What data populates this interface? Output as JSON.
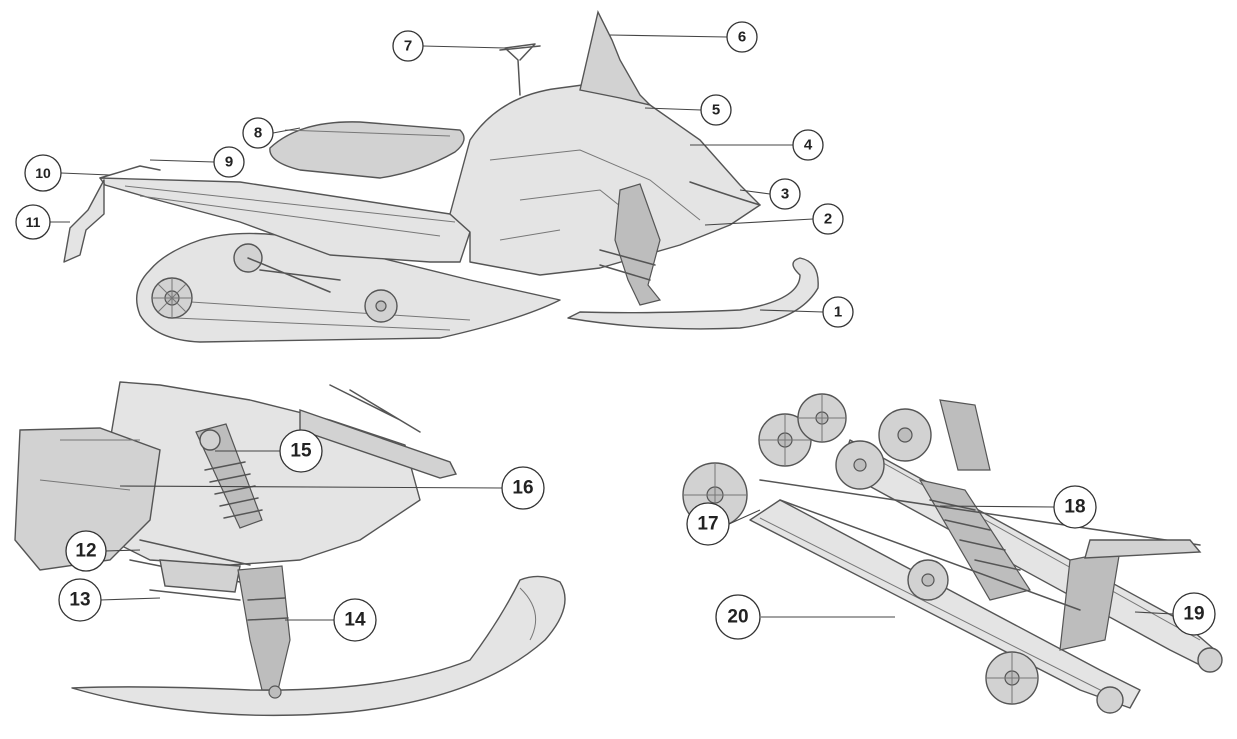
{
  "diagram": {
    "panels": [
      "snowmobile-side-view",
      "front-suspension-detail",
      "rear-suspension-detail"
    ],
    "callouts": [
      {
        "label": "1"
      },
      {
        "label": "2"
      },
      {
        "label": "3"
      },
      {
        "label": "4"
      },
      {
        "label": "5"
      },
      {
        "label": "6"
      },
      {
        "label": "7"
      },
      {
        "label": "8"
      },
      {
        "label": "9"
      },
      {
        "label": "10"
      },
      {
        "label": "11"
      },
      {
        "label": "12"
      },
      {
        "label": "13"
      },
      {
        "label": "14"
      },
      {
        "label": "15"
      },
      {
        "label": "16"
      },
      {
        "label": "17"
      },
      {
        "label": "18"
      },
      {
        "label": "19"
      },
      {
        "label": "20"
      }
    ]
  }
}
